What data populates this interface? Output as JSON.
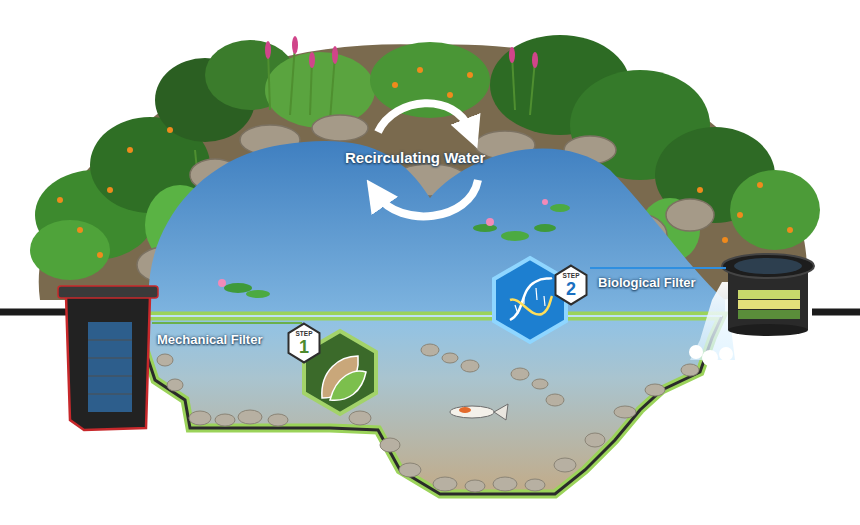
{
  "diagram": {
    "nodes": [
      {
        "text": [
          "STEP",
          "1"
        ]
      },
      {
        "text": [
          "STEP",
          "2"
        ]
      }
    ],
    "labels": [
      "Recirculating Water",
      "Mechanical Filter",
      "Biological Filter"
    ]
  }
}
